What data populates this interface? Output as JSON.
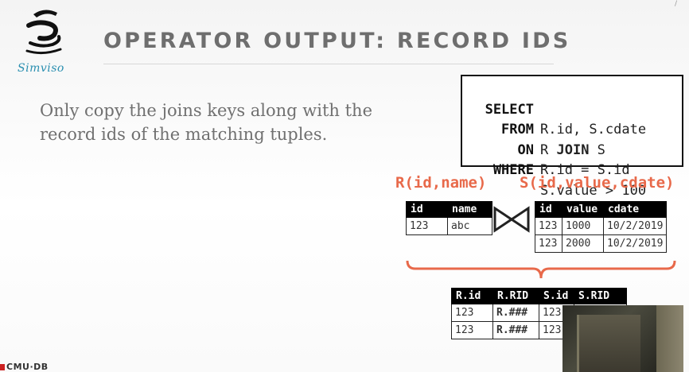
{
  "slide": {
    "logo_text": "Simviso",
    "title": "OPERATOR OUTPUT: RECORD IDS",
    "bullet": "Only copy the joins keys along with the record ids of the matching tuples.",
    "footer": "CMU·DB"
  },
  "sql": {
    "lines": [
      {
        "keyword": "SELECT",
        "rest": "R.id, S.cdate"
      },
      {
        "keyword": "FROM",
        "rest_kw1": "R ",
        "rest_bold": "JOIN",
        "rest_kw2": " S"
      },
      {
        "keyword": "ON",
        "rest": "R.id = S.id"
      },
      {
        "keyword": "WHERE",
        "rest": "S.value > 100"
      }
    ]
  },
  "relations": {
    "r_label": "R(id,name)",
    "s_label": "S(id,value,cdate)"
  },
  "r_table": {
    "headers": [
      "id",
      "name"
    ],
    "rows": [
      [
        "123",
        "abc"
      ]
    ]
  },
  "s_table": {
    "headers": [
      "id",
      "value",
      "cdate"
    ],
    "rows": [
      [
        "123",
        "1000",
        "10/2/2019"
      ],
      [
        "123",
        "2000",
        "10/2/2019"
      ]
    ]
  },
  "output_table": {
    "headers": [
      "R.id",
      "R.RID",
      "S.id",
      "S.RID"
    ],
    "rows": [
      [
        "123",
        "R.###",
        "123",
        ""
      ],
      [
        "123",
        "R.###",
        "123",
        ""
      ]
    ]
  },
  "colors": {
    "accent": "#e8694a",
    "title": "#6e6e6e",
    "logo": "#2a8fb0"
  }
}
